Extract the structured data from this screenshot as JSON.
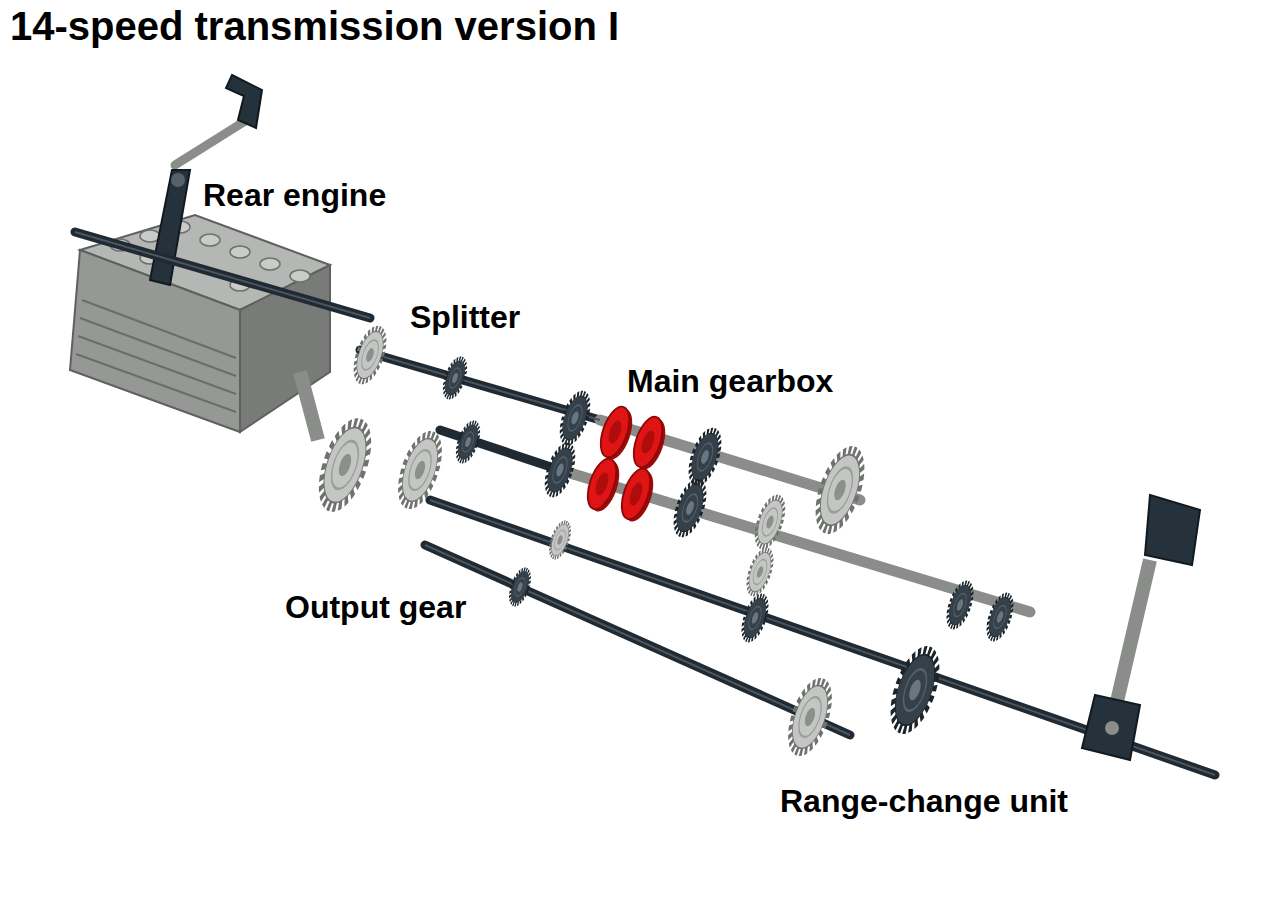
{
  "diagram": {
    "title": "14-speed transmission version I",
    "labels": [
      "Rear engine",
      "Splitter",
      "Main gearbox",
      "Output gear",
      "Range-change unit"
    ]
  }
}
